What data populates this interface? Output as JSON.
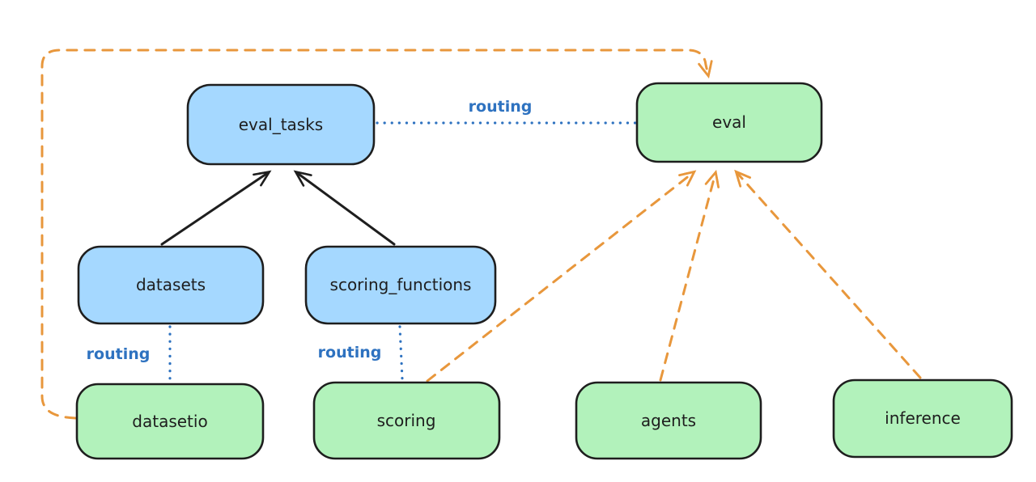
{
  "diagram": {
    "kind": "architecture-flow-diagram",
    "background": "#ffffff",
    "colors": {
      "api_fill_blue": "#a5d8ff",
      "provider_fill_green": "#b2f2bb",
      "box_stroke": "#1e1e1e",
      "solid_arrow": "#1e1e1e",
      "routing_blue": "#2e72c0",
      "provider_arrow_orange": "#e8973c"
    },
    "nodes": [
      {
        "id": "eval_tasks",
        "label": "eval_tasks",
        "fill": "#a5d8ff"
      },
      {
        "id": "eval",
        "label": "eval",
        "fill": "#b2f2bb"
      },
      {
        "id": "datasets",
        "label": "datasets",
        "fill": "#a5d8ff"
      },
      {
        "id": "scoring_functions",
        "label": "scoring_functions",
        "fill": "#a5d8ff"
      },
      {
        "id": "datasetio",
        "label": "datasetio",
        "fill": "#b2f2bb"
      },
      {
        "id": "scoring",
        "label": "scoring",
        "fill": "#b2f2bb"
      },
      {
        "id": "agents",
        "label": "agents",
        "fill": "#b2f2bb"
      },
      {
        "id": "inference",
        "label": "inference",
        "fill": "#b2f2bb"
      }
    ],
    "edges": [
      {
        "from": "datasets",
        "to": "eval_tasks",
        "style": "solid",
        "color": "#1e1e1e",
        "label": ""
      },
      {
        "from": "scoring_functions",
        "to": "eval_tasks",
        "style": "solid",
        "color": "#1e1e1e",
        "label": ""
      },
      {
        "from": "eval_tasks",
        "to": "eval",
        "style": "dotted",
        "color": "#2e72c0",
        "label": "routing"
      },
      {
        "from": "datasets",
        "to": "datasetio",
        "style": "dotted",
        "color": "#2e72c0",
        "label": "routing"
      },
      {
        "from": "scoring_functions",
        "to": "scoring",
        "style": "dotted",
        "color": "#2e72c0",
        "label": "routing"
      },
      {
        "from": "datasetio",
        "to": "eval",
        "style": "dashed",
        "color": "#e8973c",
        "label": ""
      },
      {
        "from": "scoring",
        "to": "eval",
        "style": "dashed",
        "color": "#e8973c",
        "label": ""
      },
      {
        "from": "agents",
        "to": "eval",
        "style": "dashed",
        "color": "#e8973c",
        "label": ""
      },
      {
        "from": "inference",
        "to": "eval",
        "style": "dashed",
        "color": "#e8973c",
        "label": ""
      }
    ]
  }
}
